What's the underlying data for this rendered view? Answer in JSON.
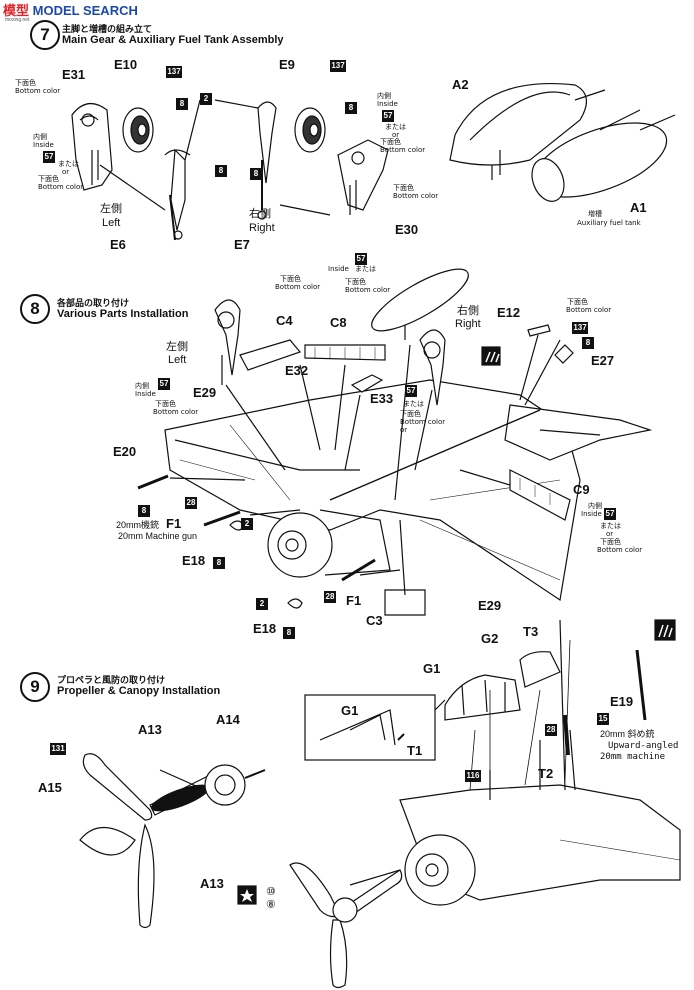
{
  "header": {
    "logo_cn": "模型",
    "logo_en": "MODEL SEARCH",
    "logo_sub": "moxing.net"
  },
  "step7": {
    "number": "7",
    "title_jp": "主脚と増槽の組み立て",
    "title_en": "Main Gear & Auxiliary Fuel Tank Assembly",
    "parts": [
      "E31",
      "E10",
      "E9",
      "A2",
      "E6",
      "E7",
      "E30",
      "A1"
    ],
    "left_jp": "左側",
    "left_en": "Left",
    "right_jp": "右側",
    "right_en": "Right",
    "fuel_tank_jp": "増槽",
    "fuel_tank_en": "Auxiliary fuel tank",
    "bottom_jp": "下面色",
    "bottom_en": "Bottom color",
    "inside_jp": "内側",
    "inside_en": "Inside",
    "or_jp": "または",
    "or_en": "or",
    "paint_137": "137",
    "paint_8": "8",
    "paint_2": "2",
    "paint_57": "57"
  },
  "step8": {
    "number": "8",
    "title_jp": "各部品の取り付け",
    "title_en": "Various Parts Installation",
    "parts": [
      "C4",
      "C8",
      "E12",
      "E27",
      "E32",
      "E29",
      "E33",
      "E20",
      "C9",
      "F1",
      "E18",
      "F1",
      "C3",
      "E29",
      "E18"
    ],
    "left_jp": "左側",
    "left_en": "Left",
    "right_jp": "右側",
    "right_en": "Right",
    "gun_jp": "20mm機銃",
    "gun_en": "20mm Machine gun",
    "paint_28": "28",
    "paint_2": "2",
    "paint_8": "8",
    "paint_57": "57",
    "paint_137": "137"
  },
  "step9": {
    "number": "9",
    "title_jp": "プロペラと風防の取り付け",
    "title_en": "Propeller & Canopy Installation",
    "parts": [
      "G1",
      "G2",
      "T3",
      "A14",
      "A13",
      "A15",
      "G1",
      "T1",
      "E19",
      "T2",
      "A13"
    ],
    "paint_131": "131",
    "paint_116": "116",
    "paint_28": "28",
    "paint_15": "15",
    "gun_jp": "20mm 斜め銃",
    "gun_en1": "Upward-angled",
    "gun_en2": "20mm  machine",
    "circ_10": "⑩",
    "circ_8": "⑧"
  }
}
